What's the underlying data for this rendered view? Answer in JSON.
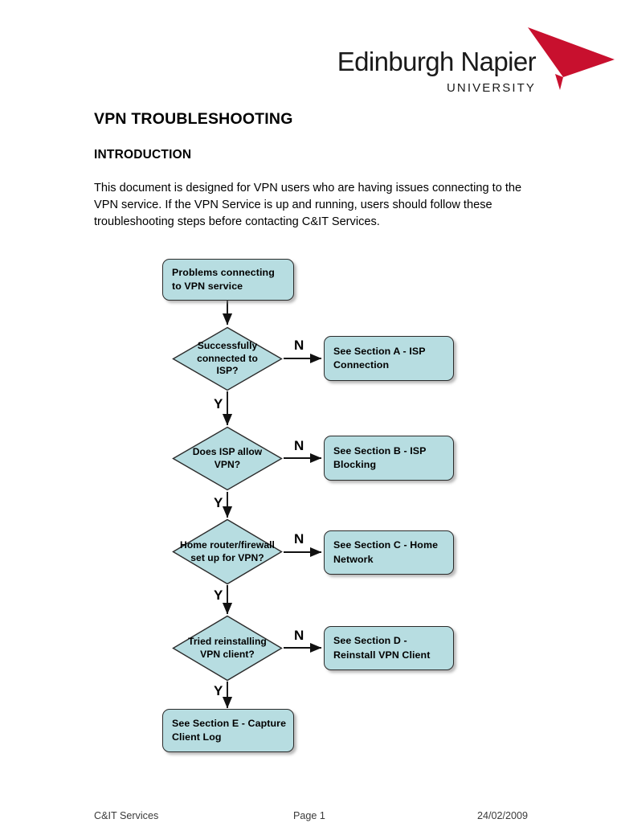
{
  "logo": {
    "wordmark": "Edinburgh Napier",
    "subtitle": "UNIVERSITY",
    "arrow_color": "#c8102e",
    "text_color": "#1a1a1a"
  },
  "document": {
    "title": "VPN TROUBLESHOOTING",
    "section_heading": "INTRODUCTION",
    "intro_paragraph": "This document is designed for VPN users who are having issues connecting to the VPN service. If the VPN Service is up and running, users should follow these troubleshooting steps before contacting C&IT Services."
  },
  "flowchart": {
    "shape_fill": "#b7dde1",
    "shape_stroke": "#2b2b2b",
    "start": {
      "label": "Problems connecting to VPN service"
    },
    "end": {
      "label": "See Section E - Capture Client Log"
    },
    "yes_label": "Y",
    "no_label": "N",
    "steps": [
      {
        "question": "Successfully connected to ISP?",
        "no_target": "See Section A - ISP Connection"
      },
      {
        "question": "Does ISP allow VPN?",
        "no_target": "See Section B - ISP Blocking"
      },
      {
        "question": "Home router/firewall set up for VPN?",
        "no_target": "See Section C - Home Network"
      },
      {
        "question": "Tried reinstalling VPN client?",
        "no_target": "See Section D - Reinstall VPN Client"
      }
    ]
  },
  "footer": {
    "left": "C&IT Services",
    "center": "Page 1",
    "right": "24/02/2009"
  }
}
